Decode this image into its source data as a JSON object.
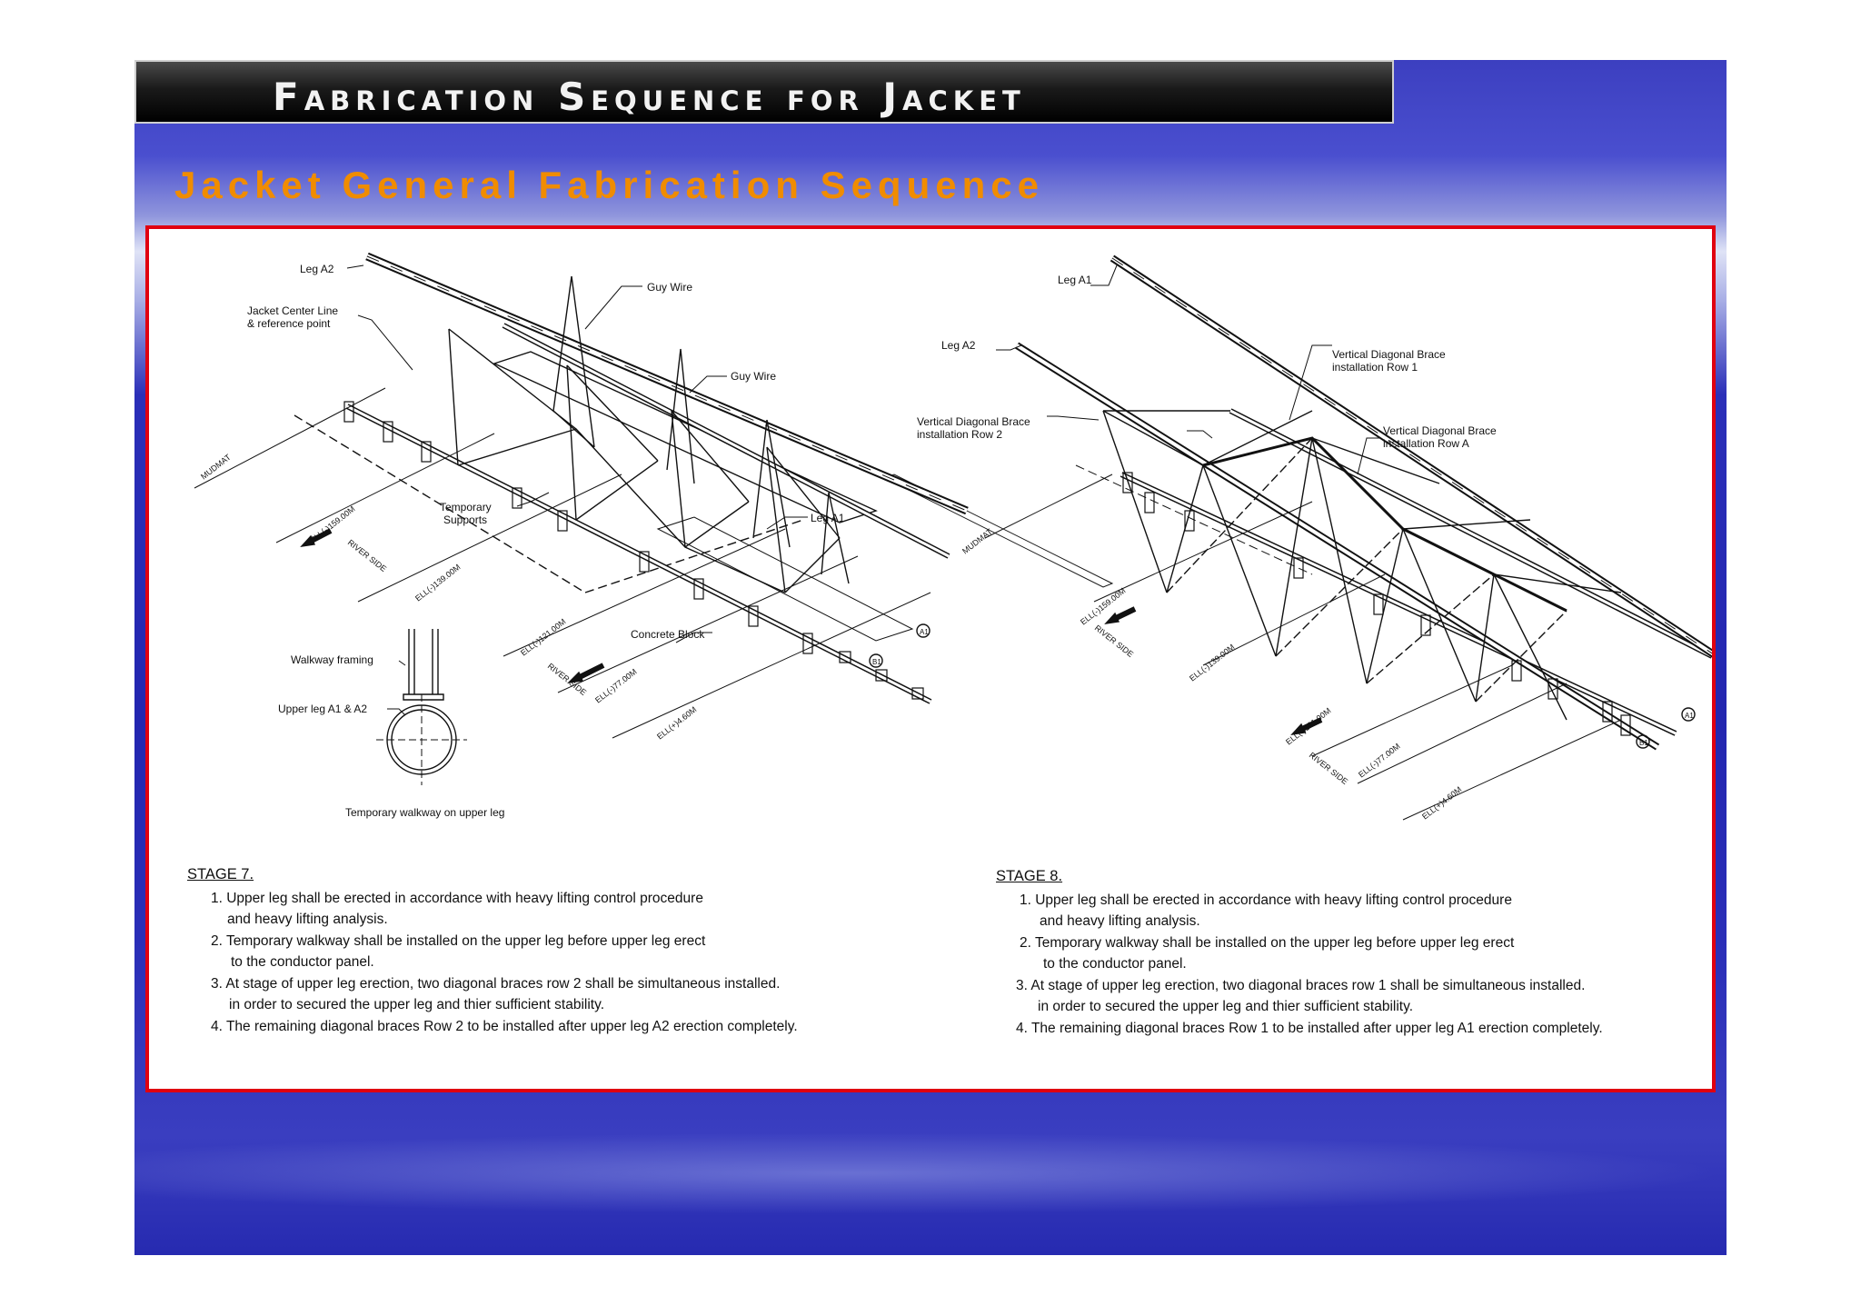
{
  "title": "Fabrication Sequence for Jacket",
  "subtitle": "Jacket General Fabrication Sequence",
  "left_drawing": {
    "labels": {
      "leg_a2": "Leg A2",
      "center_line_1": "Jacket Center Line",
      "center_line_2": "& reference point",
      "guy_wire_1": "Guy Wire",
      "guy_wire_2": "Guy Wire",
      "leg_a1": "Leg A1",
      "temp_supports_1": "Temporary",
      "temp_supports_2": "Supports",
      "concrete_block": "Concrete Block",
      "walkway_framing": "Walkway framing",
      "upper_leg": "Upper leg A1 & A2",
      "walkway_caption": "Temporary walkway on upper leg",
      "mudmat": "MUDMAT",
      "river_side_1": "RIVER SIDE",
      "river_side_2": "RIVER SIDE",
      "ell_159": "ELL(-)159.00M",
      "ell_139": "ELL(-)139.00M",
      "ell_121": "ELL(-)121.00M",
      "ell_77": "ELL(-)77.00M",
      "ell_4": "ELL(+)4.60M",
      "marker_a1": "A1",
      "marker_b1": "B1"
    }
  },
  "right_drawing": {
    "labels": {
      "leg_a1": "Leg A1",
      "leg_a2": "Leg A2",
      "vdb_row1_1": "Vertical Diagonal Brace",
      "vdb_row1_2": "installation Row 1",
      "vdb_row2_1": "Vertical Diagonal Brace",
      "vdb_row2_2": "installation Row 2",
      "vdb_rowa_1": "Vertical Diagonal Brace",
      "vdb_rowa_2": "installation Row A",
      "mudmat": "MUDMAT",
      "river_side_1": "RIVER SIDE",
      "river_side_2": "RIVER SIDE",
      "ell_159": "ELL(-)159.00M",
      "ell_139": "ELL(-)139.00M",
      "ell_121": "ELL(-)121.00M",
      "ell_77": "ELL(-)77.00M",
      "ell_4": "ELL(+)4.60M",
      "marker_a1": "A1",
      "marker_b1": "B1"
    }
  },
  "stage7": {
    "heading": "STAGE 7.",
    "lines": [
      "1. Upper leg shall be erected in accordance with heavy lifting control procedure",
      "and heavy lifting analysis.",
      "2. Temporary walkway shall be installed on the upper leg before upper leg erect",
      "to the conductor panel.",
      "3. At stage of upper leg erection, two diagonal braces row 2 shall be simultaneous installed.",
      "in order to secured the upper leg and thier sufficient stability.",
      "4. The remaining diagonal braces Row 2 to be installed after upper leg A2 erection completely."
    ]
  },
  "stage8": {
    "heading": "STAGE 8.",
    "lines": [
      "1. Upper leg shall be erected in accordance with heavy lifting control procedure",
      "and heavy lifting analysis.",
      "2. Temporary walkway shall be installed on the upper leg before upper leg erect",
      "to the conductor panel.",
      "3. At stage of upper leg erection, two diagonal braces row 1 shall be simultaneous installed.",
      "in order to secured the upper leg and thier sufficient stability.",
      "4. The remaining diagonal braces Row 1 to be installed after upper leg A1 erection completely."
    ]
  }
}
